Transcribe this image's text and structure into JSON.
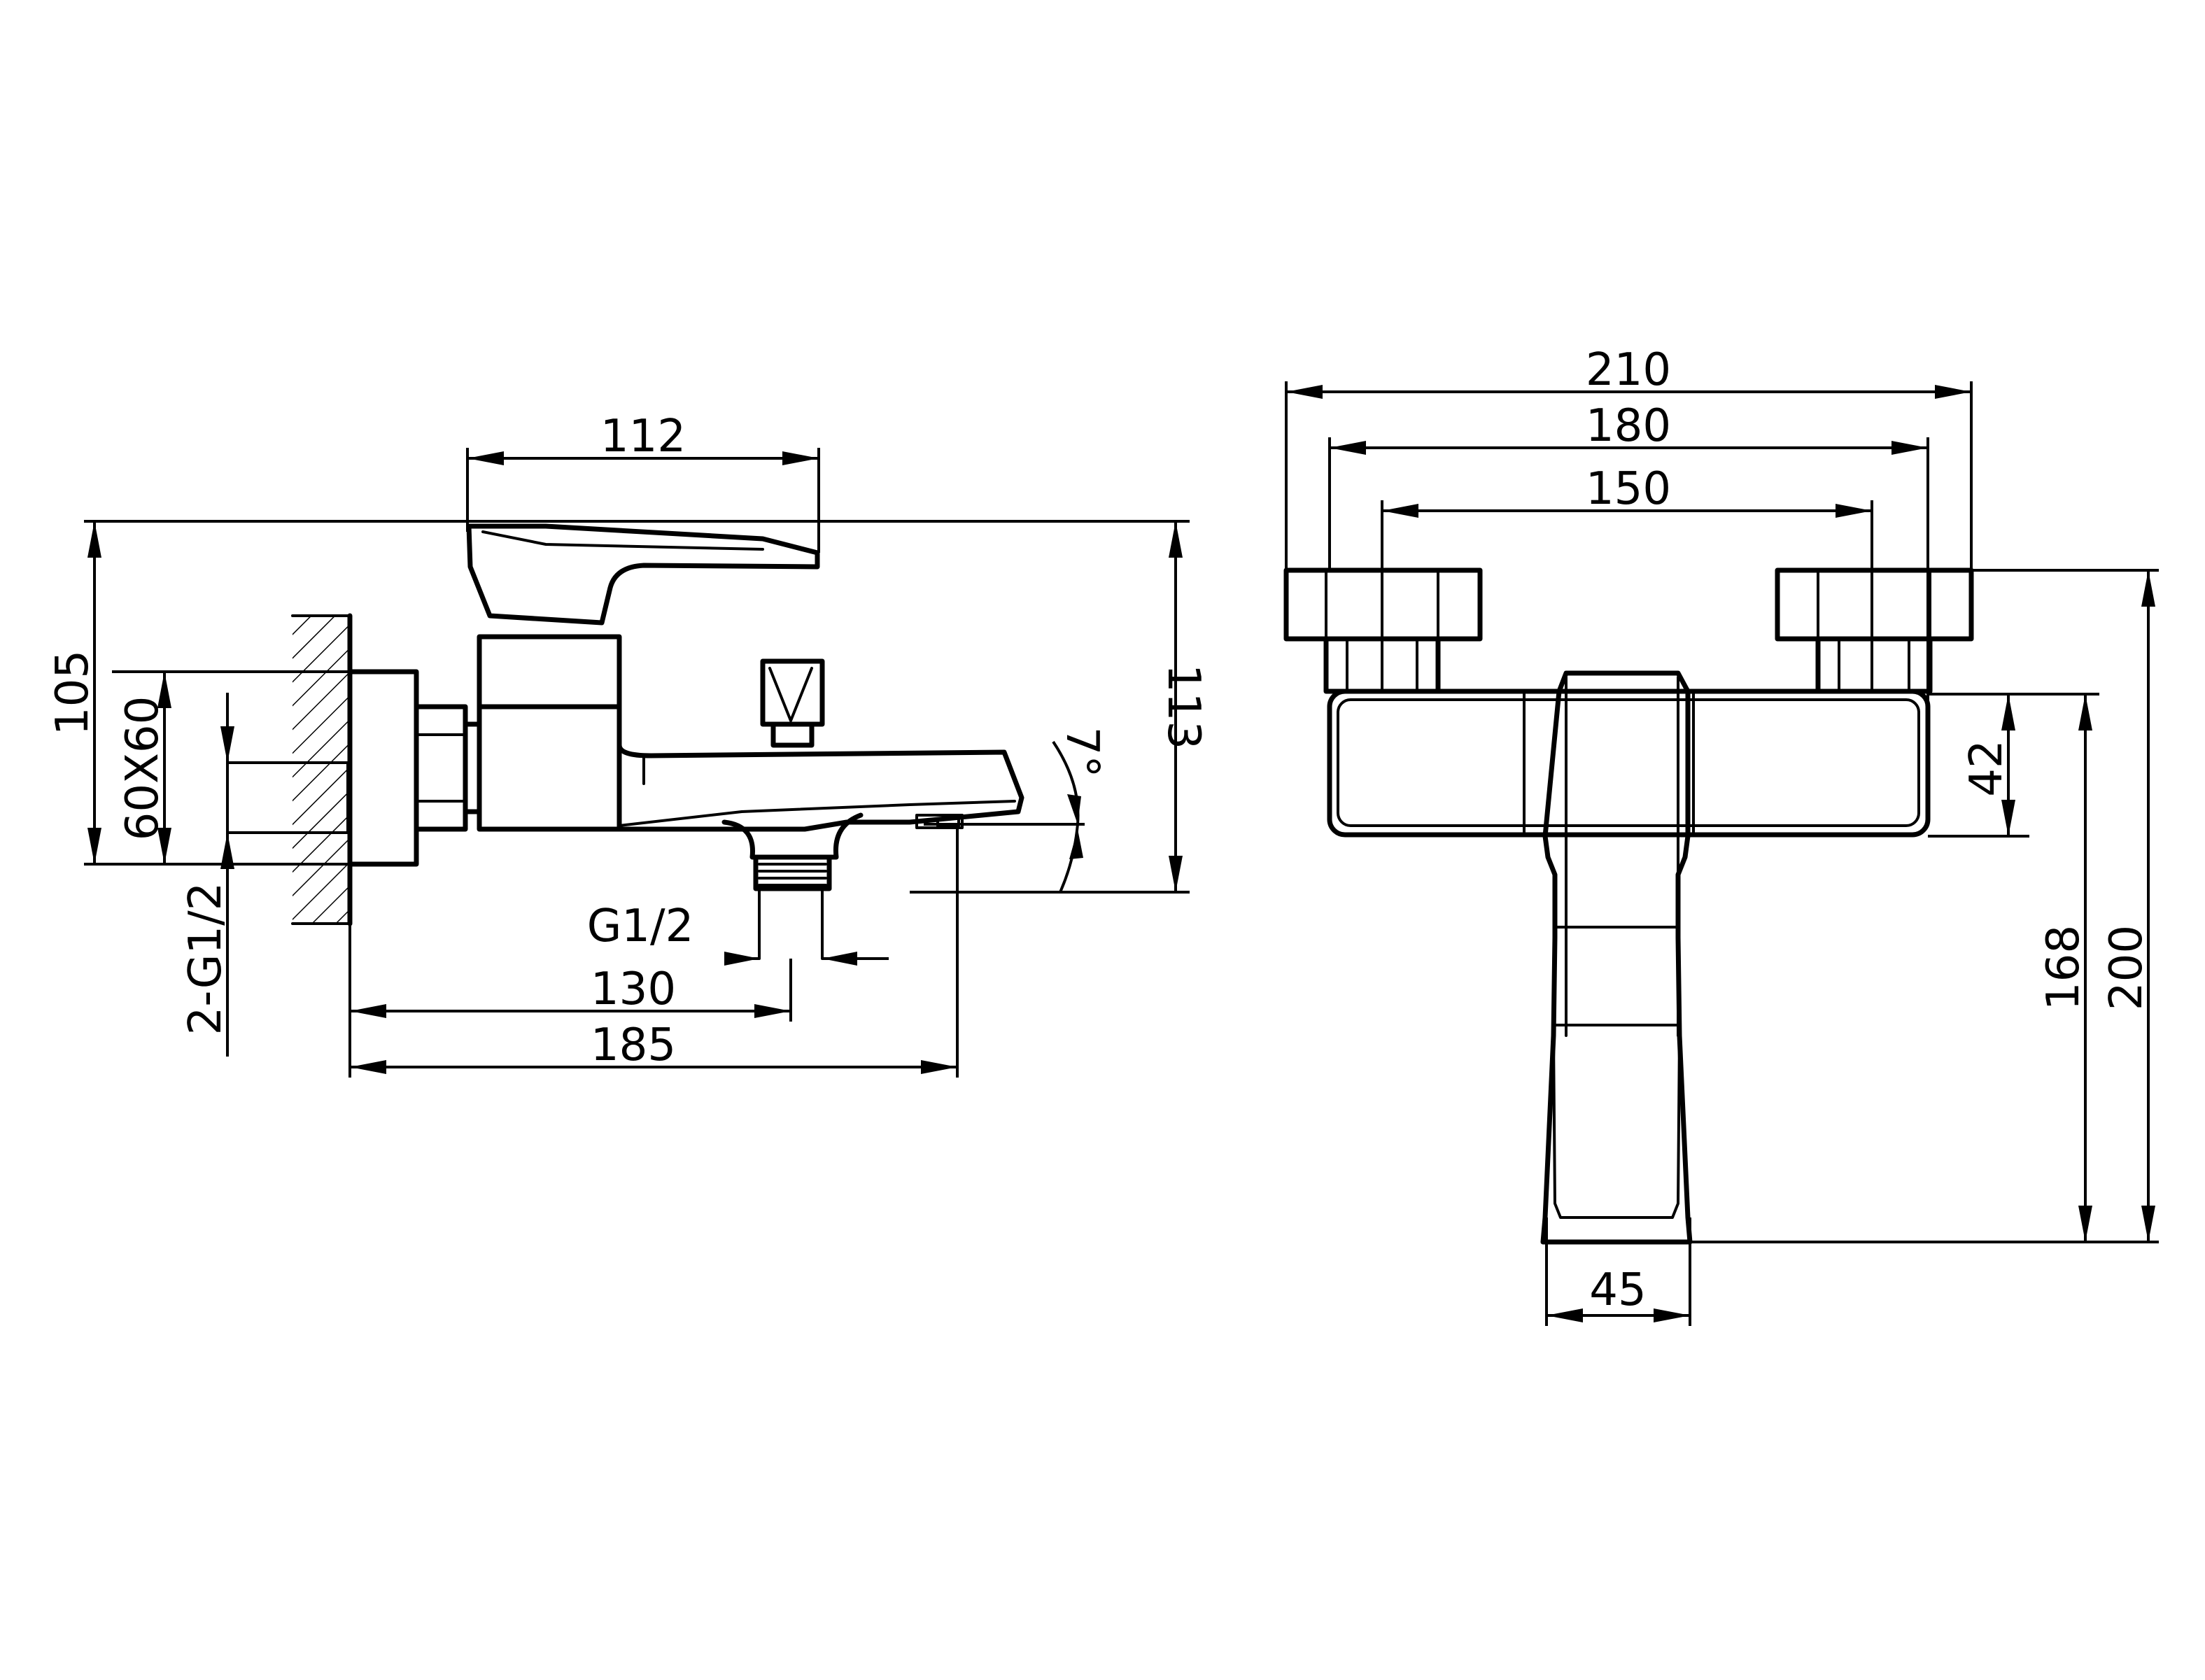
{
  "side_view": {
    "dimensions": {
      "handle_length": "112",
      "height_total": "113",
      "wall_height": "105",
      "flange_size": "60X60",
      "inlet_thread": "2-G1/2",
      "outlet_thread": "G1/2",
      "outlet_distance": "130",
      "projection": "185",
      "spout_angle": "7°"
    }
  },
  "front_view": {
    "dimensions": {
      "overall_width": "210",
      "body_width": "180",
      "inlet_centers": "150",
      "body_height": "42",
      "spout_height": "168",
      "overall_height": "200",
      "spout_width": "45"
    }
  }
}
